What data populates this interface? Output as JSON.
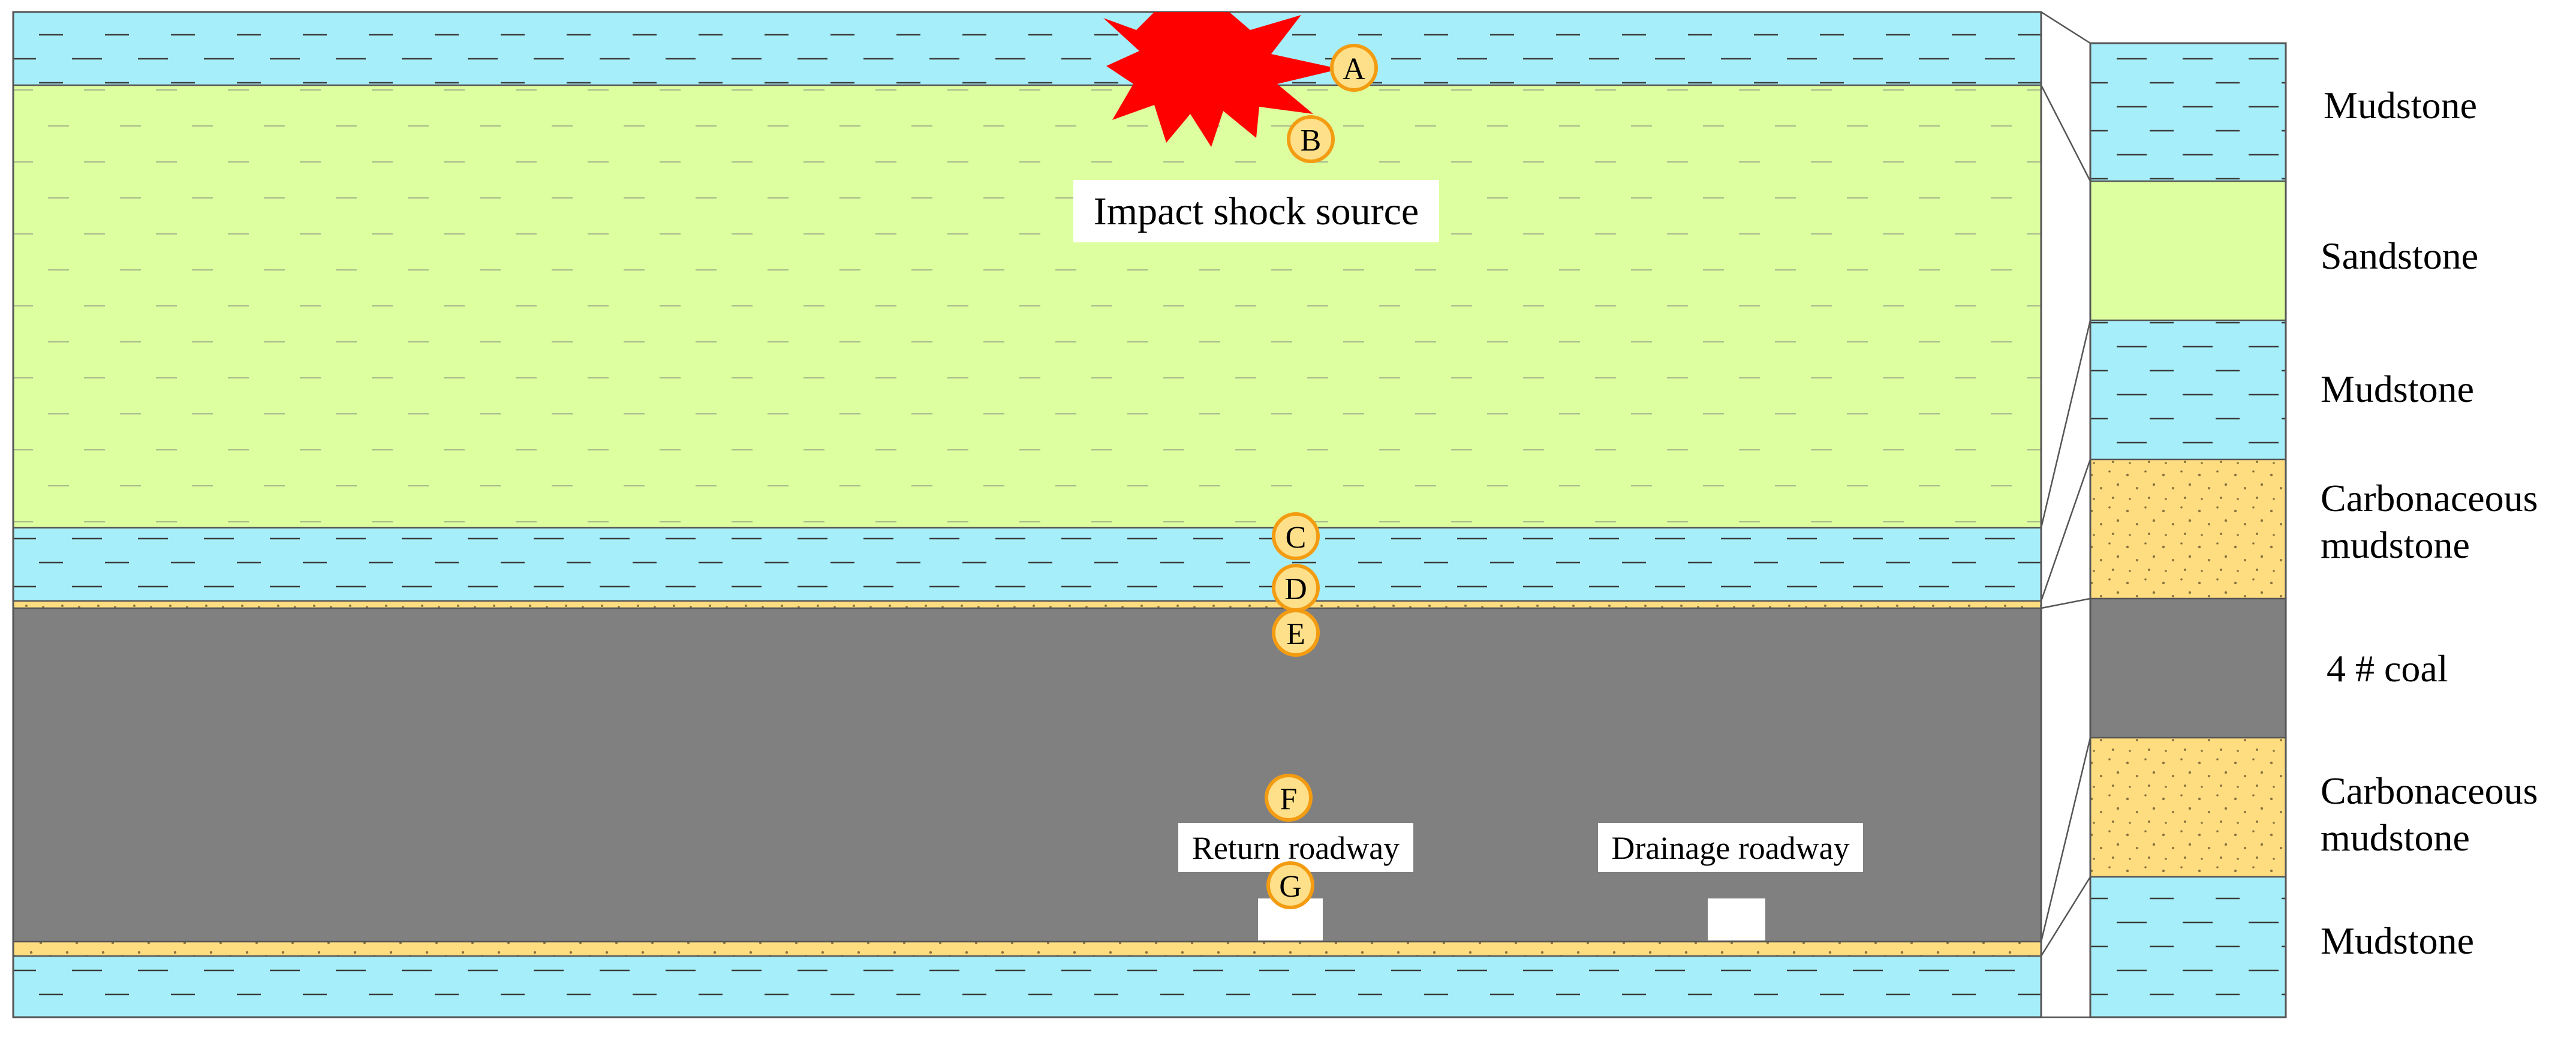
{
  "colors": {
    "mudstone": "#a6eef9",
    "sandstone": "#ddffa0",
    "carbonaceous_mudstone": "#fedd80",
    "coal": "#808080",
    "shock_source": "#ff0000",
    "marker_fill": "#ffe08a",
    "marker_stroke": "#f39c12",
    "outline": "#555555"
  },
  "shock_label": "Impact shock source",
  "roadways": {
    "return_label": "Return roadway",
    "drainage_label": "Drainage roadway"
  },
  "markers": [
    "A",
    "B",
    "C",
    "D",
    "E",
    "F",
    "G"
  ],
  "legend": [
    {
      "lines": [
        "Mudstone"
      ]
    },
    {
      "lines": [
        "Sandstone"
      ]
    },
    {
      "lines": [
        "Mudstone"
      ]
    },
    {
      "lines": [
        "Carbonaceous",
        "mudstone"
      ]
    },
    {
      "lines": [
        "4 # coal"
      ]
    },
    {
      "lines": [
        "Carbonaceous",
        "mudstone"
      ]
    },
    {
      "lines": [
        "Mudstone"
      ]
    }
  ]
}
